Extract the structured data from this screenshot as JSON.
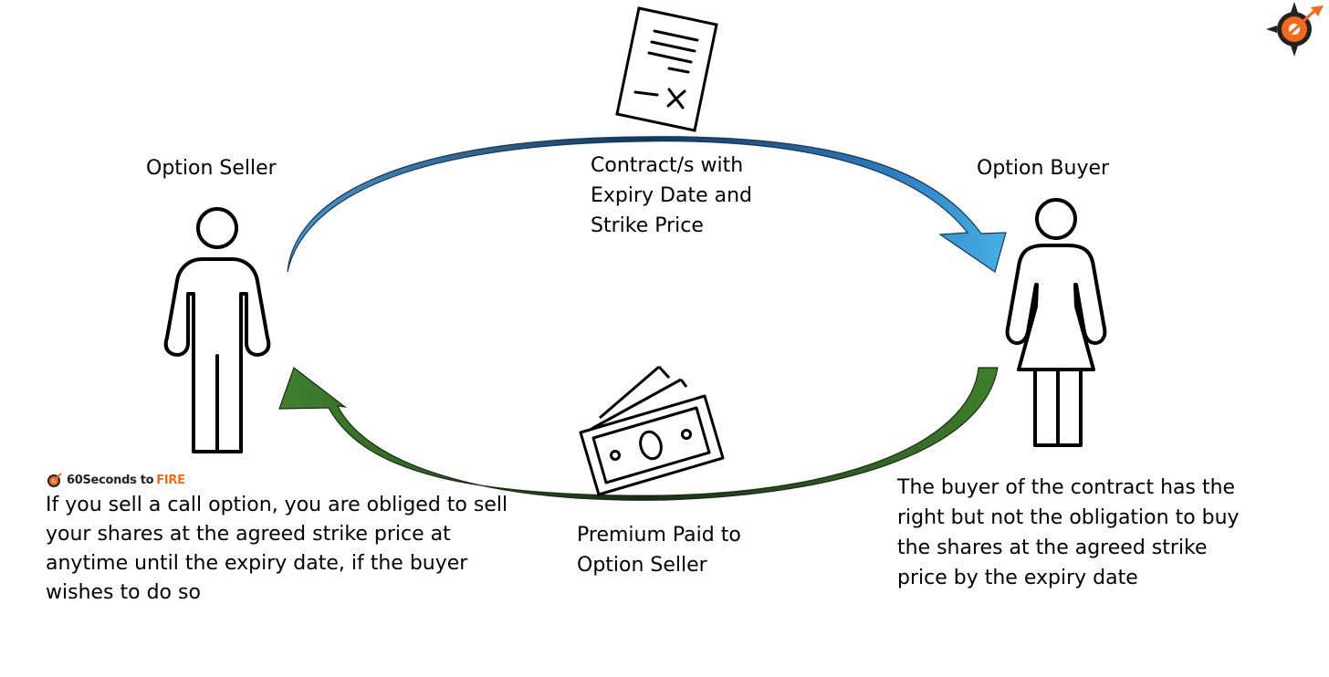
{
  "seller": {
    "label": "Option Seller",
    "icon": "man-icon"
  },
  "buyer": {
    "label": "Option Buyer",
    "icon": "woman-icon"
  },
  "contract": {
    "icon": "contract-document-icon",
    "label": "Contract/s with\nExpiry Date and\nStrike Price",
    "arrow_color": "#3aa6dd"
  },
  "premium": {
    "icon": "banknotes-icon",
    "label": "Premium Paid to\nOption Seller",
    "arrow_color": "#3a7a2a"
  },
  "notes": {
    "seller": "If you sell a call option, you are obliged to sell your shares at the agreed strike price at anytime until the expiry date, if the buyer wishes to do so",
    "buyer": "The buyer of the contract has the right but not the obligation to buy the shares at the agreed strike price by the expiry date"
  },
  "branding": {
    "name": "60Seconds to",
    "highlight": "FIRE",
    "highlight_color": "#f26b1d",
    "logo_icon": "compass-rocket-logo-icon"
  }
}
